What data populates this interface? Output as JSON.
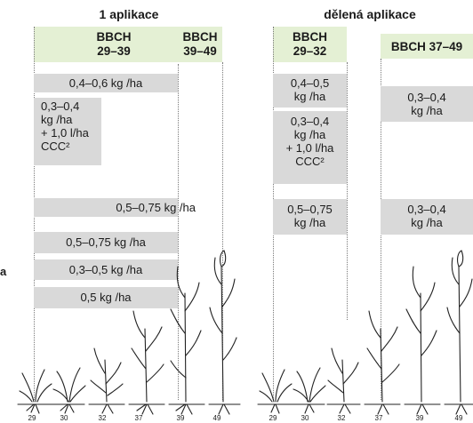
{
  "headers": {
    "single": "1 aplikace",
    "split": "dělená aplikace"
  },
  "stages": {
    "s1": "BBCH\n29–39",
    "s2": "BBCH\n39–49",
    "s3": "BBCH\n29–32",
    "s4": "BBCH 37–49"
  },
  "left_rows": [
    "0,4–0,6 kg /ha",
    "0,3–0,4\nkg /ha\n+ 1,0 l/ha\nCCC²",
    "0,5–0,75 kg /ha",
    "0,5–0,75 kg /ha",
    "0,3–0,5 kg /ha",
    "0,5 kg /ha"
  ],
  "right_rows": {
    "r1a": "0,4–0,5\nkg /ha",
    "r1b": "0,3–0,4\nkg /ha",
    "r2a": "0,3–0,4\nkg /ha\n+ 1,0 l/ha\nCCC²",
    "r3a": "0,5–0,75\nkg /ha",
    "r3b": "0,3–0,4\nkg /ha"
  },
  "side_letter": "a",
  "ticks_left": [
    "29",
    "30",
    "32",
    "37",
    "39",
    "49"
  ],
  "ticks_right": [
    "29",
    "30",
    "32",
    "37",
    "39",
    "49"
  ],
  "colors": {
    "green": "#e4f0d4",
    "gray": "#d9d9d9"
  }
}
